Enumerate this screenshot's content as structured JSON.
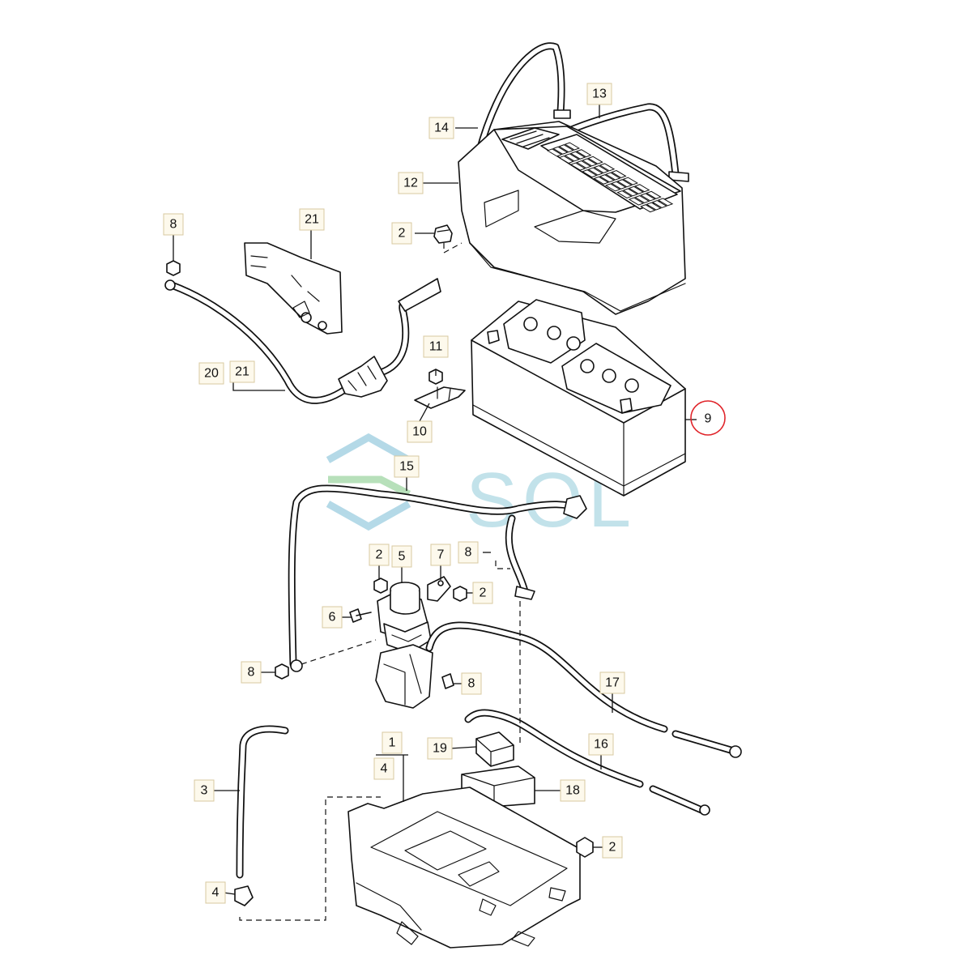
{
  "diagram": {
    "title": "Battery, battery tray and battery cables",
    "highlighted_part": "9",
    "watermark": "SOL",
    "colors": {
      "line": "#111111",
      "highlight": "#e0242a",
      "label_bg": "#fdf9ec",
      "watermark": "#a9d6e2"
    }
  },
  "callouts": {
    "c1": "1",
    "c2a": "2",
    "c2b": "2",
    "c2c": "2",
    "c2d": "2",
    "c3": "3",
    "c4a": "4",
    "c4b": "4",
    "c5": "5",
    "c6": "6",
    "c7": "7",
    "c8a": "8",
    "c8b": "8",
    "c8c": "8",
    "c8d": "8",
    "c9": "9",
    "c10": "10",
    "c11": "11",
    "c12": "12",
    "c13": "13",
    "c14": "14",
    "c15": "15",
    "c16": "16",
    "c17": "17",
    "c18": "18",
    "c19": "19",
    "c20": "20",
    "c21a": "21",
    "c21b": "21"
  }
}
